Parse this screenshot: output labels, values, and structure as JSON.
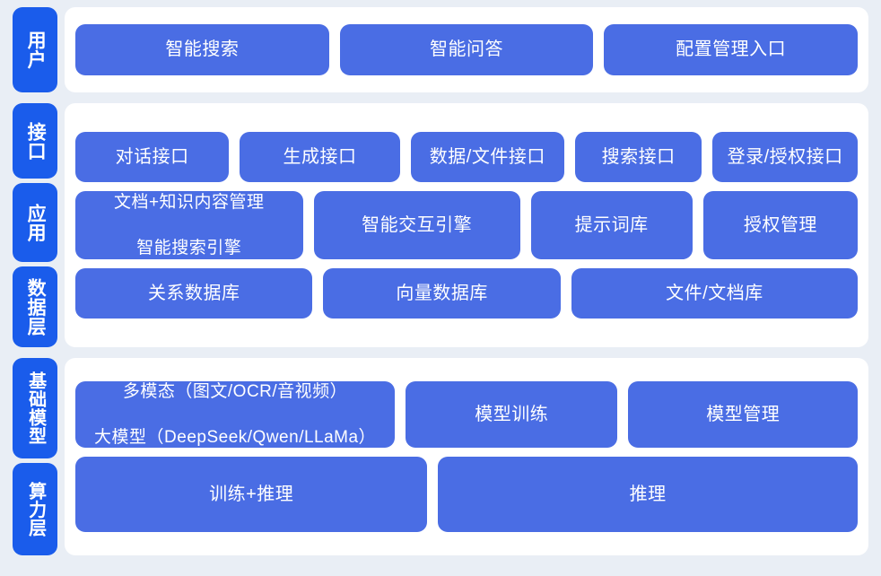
{
  "colors": {
    "page_background": "#e9eef5",
    "panel_background": "#ffffff",
    "side_tab": "#1a5ceb",
    "card": "#4a6de4",
    "card_text": "#ffffff"
  },
  "bands": {
    "user": {
      "tabs": [
        {
          "label": "用户"
        }
      ],
      "rows": [
        {
          "cards": [
            {
              "label": "智能搜索"
            },
            {
              "label": "智能问答"
            },
            {
              "label": "配置管理入口"
            }
          ]
        }
      ]
    },
    "middle": {
      "tabs": [
        {
          "label": "接口"
        },
        {
          "label": "应用"
        },
        {
          "label": "数据层"
        }
      ],
      "rows": [
        {
          "cards": [
            {
              "label": "对话接口"
            },
            {
              "label": "生成接口"
            },
            {
              "label": "数据/文件接口"
            },
            {
              "label": "搜索接口"
            },
            {
              "label": "登录/授权接口"
            }
          ]
        },
        {
          "cards": [
            {
              "line1": "文档+知识内容管理",
              "line2": "智能搜索引擎"
            },
            {
              "label": "智能交互引擎"
            },
            {
              "label": "提示词库"
            },
            {
              "label": "授权管理"
            }
          ]
        },
        {
          "cards": [
            {
              "label": "关系数据库"
            },
            {
              "label": "向量数据库"
            },
            {
              "label": "文件/文档库"
            }
          ]
        }
      ]
    },
    "base": {
      "tabs": [
        {
          "label": "基础模型"
        },
        {
          "label": "算力层"
        }
      ],
      "rows": [
        {
          "cards": [
            {
              "line1": "多模态（图文/OCR/音视频）",
              "line2": "大模型（DeepSeek/Qwen/LLaMa）"
            },
            {
              "label": "模型训练"
            },
            {
              "label": "模型管理"
            }
          ]
        },
        {
          "cards": [
            {
              "label": "训练+推理"
            },
            {
              "label": "推理"
            }
          ]
        }
      ]
    }
  }
}
